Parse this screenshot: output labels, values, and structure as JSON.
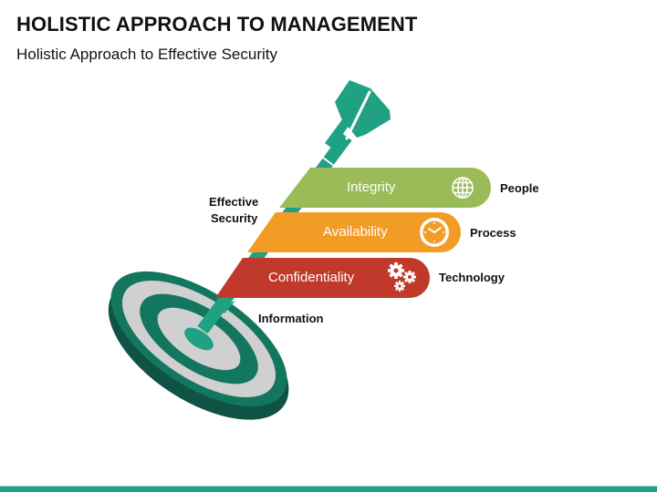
{
  "header": {
    "title": "HOLISTIC APPROACH TO MANAGEMENT",
    "subtitle": "Holistic Approach to Effective Security"
  },
  "diagram": {
    "center_label": "Effective Security",
    "center_label_lines": [
      "Effective",
      "Security"
    ],
    "target_label": "Information",
    "bars": [
      {
        "label": "Integrity",
        "icon": "globe-icon",
        "side_label": "People",
        "color": "#9BBB59"
      },
      {
        "label": "Availability",
        "icon": "clock-icon",
        "side_label": "Process",
        "color": "#F29B25"
      },
      {
        "label": "Confidentiality",
        "icon": "gears-icon",
        "side_label": "Technology",
        "color": "#C0392B"
      }
    ]
  },
  "colors": {
    "dart": "#21A184",
    "target_dark": "#13775F",
    "target_rim": "#0F5344",
    "target_gray": "#D0D0D0",
    "bottom_bar": "#21A184"
  }
}
